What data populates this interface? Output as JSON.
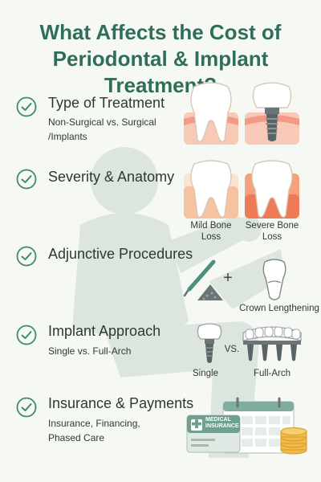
{
  "title": {
    "line1": "What Affects the Cost of",
    "line2": "Periodontal & Implant Treatment?"
  },
  "colors": {
    "title": "#2f6f5a",
    "check": "#3f8a70",
    "gum": "#f4b0a0",
    "silhouette": "#dde6de"
  },
  "items": [
    {
      "icon": "check-circle-icon",
      "title": "Type of Treatment",
      "subtitle": [
        "Non-Surgical vs. Surgical",
        "/Implants"
      ]
    },
    {
      "icon": "check-circle-icon",
      "title": "Severity & Anatomy"
    },
    {
      "icon": "check-circle-icon",
      "title": "Adjunctive Procedures"
    },
    {
      "icon": "check-circle-icon",
      "title": "Implant Approach",
      "subtitle": [
        "Single vs. Full-Arch"
      ]
    },
    {
      "icon": "check-circle-icon",
      "title": "Insurance & Payments",
      "subtitle": [
        "Insurance, Financing,",
        "Phased Care"
      ]
    }
  ],
  "illustrations": {
    "severity": {
      "mild": [
        "Mild Bone",
        "Loss"
      ],
      "severe": [
        "Severe Bone",
        "Loss"
      ]
    },
    "adjunctive": {
      "plus": "+",
      "crown_label": "Crown Lengthening"
    },
    "implant": {
      "vs": "VS.",
      "single": "Single",
      "full_arch": "Full-Arch"
    },
    "insurance": {
      "card_line1": "MEDICAL",
      "card_line2": "INSURANCE"
    }
  }
}
